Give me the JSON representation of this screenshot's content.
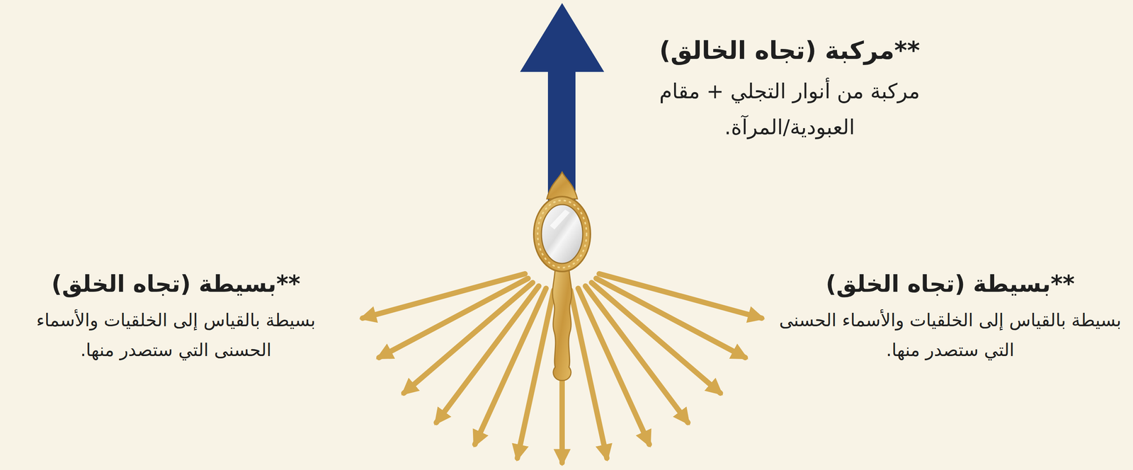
{
  "diagram": {
    "labels": [
      "**مركبة (تجاه الخالق)",
      "مركبة من أنوار التجلي + مقام العبودية/المرآة.",
      "**بسيطة (تجاه الخلق)",
      "بسيطة بالقياس إلى الخلقيات والأسماء الحسنى التي ستصدر منها.",
      "**بسيطة (تجاه الخلق)",
      "بسيطة بالقياس إلى الخلقيات والأسماء الحسنى التي ستصدر منها."
    ]
  }
}
